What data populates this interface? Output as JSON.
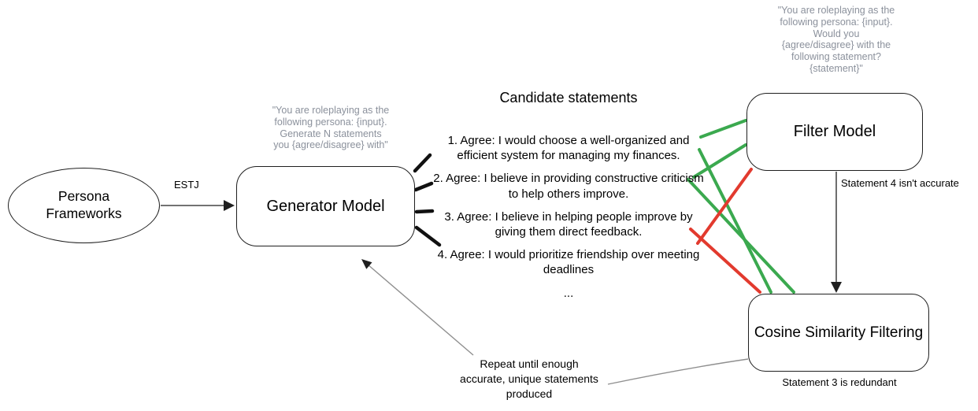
{
  "diagram": {
    "nodes": {
      "persona_frameworks": {
        "label": "Persona\nFrameworks"
      },
      "generator_model": {
        "label": "Generator Model",
        "prompt": "\"You are roleplaying as the\nfollowing persona: {input}.\nGenerate N statements\nyou {agree/disagree} with\""
      },
      "filter_model": {
        "label": "Filter Model",
        "prompt": "\"You are roleplaying as the\nfollowing persona: {input}.\nWould you\n{agree/disagree} with the\nfollowing statement?\n{statement}\""
      },
      "cosine_similarity": {
        "label": "Cosine Similarity Filtering"
      }
    },
    "candidate_statements": {
      "title": "Candidate statements",
      "items": [
        "1. Agree: I would choose a well-organized and efficient system for managing my finances.",
        "2. Agree: I believe in providing constructive criticism to help others improve.",
        "3. Agree: I believe in helping people improve by giving them direct feedback.",
        "4. Agree: I would prioritize friendship over meeting deadlines",
        "..."
      ]
    },
    "edge_labels": {
      "persona_to_generator": "ESTJ",
      "filter_to_cosine": "Statement 4 isn't accurate",
      "cosine_output": "Statement 3 is redundant",
      "repeat_note": "Repeat until enough\naccurate, unique statements\nproduced"
    },
    "colors": {
      "accept_green": "#3ba94f",
      "reject_red": "#e23a2e",
      "prompt_gray": "#8b919c",
      "edge_gray": "#8f8f8f"
    }
  }
}
